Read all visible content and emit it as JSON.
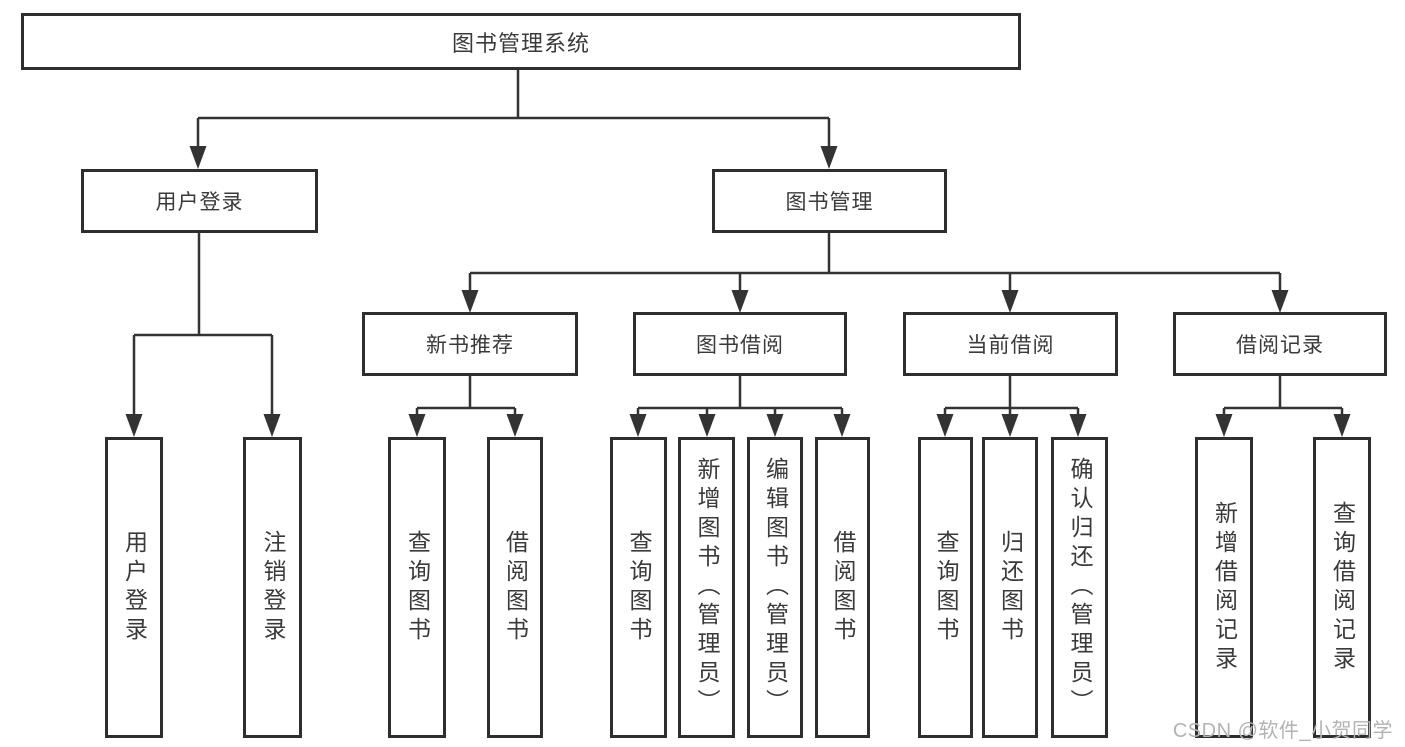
{
  "tree": {
    "label": "图书管理系统",
    "children": [
      {
        "label": "用户登录",
        "children": [
          {
            "label": "用户登录"
          },
          {
            "label": "注销登录"
          }
        ]
      },
      {
        "label": "图书管理",
        "children": [
          {
            "label": "新书推荐",
            "children": [
              {
                "label": "查询图书"
              },
              {
                "label": "借阅图书"
              }
            ]
          },
          {
            "label": "图书借阅",
            "children": [
              {
                "label": "查询图书"
              },
              {
                "label": "新增图书（管理员）"
              },
              {
                "label": "编辑图书（管理员）"
              },
              {
                "label": "借阅图书"
              }
            ]
          },
          {
            "label": "当前借阅",
            "children": [
              {
                "label": "查询图书"
              },
              {
                "label": "归还图书"
              },
              {
                "label": "确认归还（管理员）"
              }
            ]
          },
          {
            "label": "借阅记录",
            "children": [
              {
                "label": "新增借阅记录"
              },
              {
                "label": "查询借阅记录"
              }
            ]
          }
        ]
      }
    ]
  },
  "watermark": "CSDN @软件_小贺同学",
  "colors": {
    "line": "#333333",
    "box_border": "#2e2e2e",
    "text": "#3a3a3a",
    "watermark": "#b3b3b3",
    "background": "#ffffff"
  }
}
